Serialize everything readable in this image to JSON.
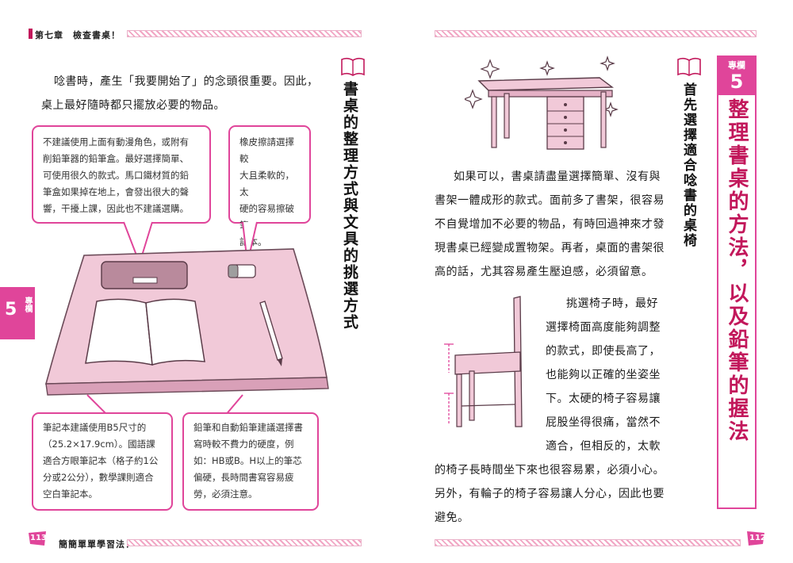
{
  "left_page": {
    "running_head": "第七章　檢查書桌！",
    "intro": [
      "唸書時，產生「我要開始了」的念頭很重要。因此，",
      "桌上最好隨時都只擺放必要的物品。"
    ],
    "section_title": "書桌的整理方式與文具的挑選方式",
    "callout_pencil_case": [
      "不建議使用上面有動漫角色，或附有",
      "削鉛筆器的鉛筆盒。最好選擇簡單、",
      "可使用很久的款式。馬口鐵材質的鉛",
      "筆盒如果掉在地上，會發出很大的聲",
      "響，干擾上課，因此也不建議選購。"
    ],
    "callout_eraser": [
      "橡皮擦請選擇較",
      "大且柔軟的，太",
      "硬的容易擦破筆",
      "記本。"
    ],
    "callout_notebook": [
      "筆記本建議使用B5尺寸的",
      "（25.2×17.9cm）。國語課",
      "適合方眼筆記本（格子約1公",
      "分或2公分），數學課則適合",
      "空白筆記本。"
    ],
    "callout_pencil": [
      "鉛筆和自動鉛筆建議選擇書",
      "寫時較不費力的硬度，例",
      "如：HB或B。H以上的筆芯",
      "偏硬，長時間書寫容易疲",
      "勞，必須注意。"
    ],
    "side_tab_number": "5",
    "side_tab_label": "專欄",
    "page_number": "113",
    "footer_title": "簡簡單單學習法！"
  },
  "right_page": {
    "column_label": "專欄",
    "column_number": "5",
    "column_title": "整理書桌的方法，以及鉛筆的握法",
    "section_title": "首先選擇適合唸書的桌椅",
    "desk_paragraph": [
      "如果可以，書桌請盡量選擇簡單、沒有與",
      "書架一體成形的款式。面前多了書架，很容易",
      "不自覺增加不必要的物品，有時回過神來才發",
      "現書桌已經變成置物架。再者，桌面的書架很",
      "高的話，尤其容易產生壓迫感，必須留意。"
    ],
    "chair_paragraph_short": [
      "挑選椅子時，最好",
      "選擇椅面高度能夠調整",
      "的款式，即使長高了，",
      "也能夠以正確的坐姿坐",
      "下。太硬的椅子容易讓",
      "屁股坐得很痛，當然不",
      "適合，但相反的，太軟"
    ],
    "chair_paragraph_full": [
      "的椅子長時間坐下來也很容易累，必須小心。",
      "另外，有輪子的椅子容易讓人分心，因此也要",
      "避免。"
    ],
    "page_number": "112"
  },
  "colors": {
    "accent": "#e0459a",
    "desk_pink": "#f1c9d8",
    "hatch": "#f2a6c4"
  },
  "icons": [
    "open-book-icon",
    "sparkle-icon"
  ]
}
